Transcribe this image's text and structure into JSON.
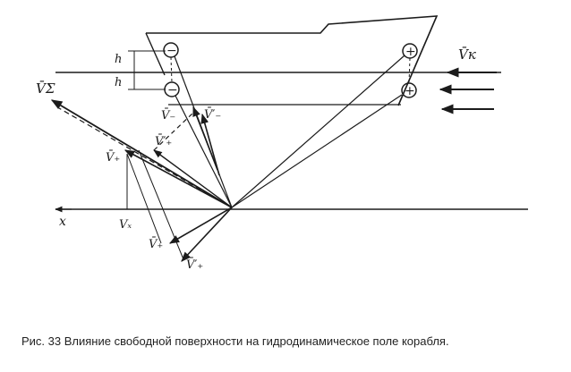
{
  "figure": {
    "caption": "Рис. 33 Влияние свободной поверхности на гидродинамическое поле корабля.",
    "labels": {
      "h_upper": "h",
      "h_lower": "h",
      "v_sigma": "V̄Σ",
      "v_k": "V̄к",
      "v_minus": "V̄₋",
      "v_minus_prime": "V̄′₋",
      "v_plus_prime_upper": "V̄′₊",
      "v_plus_left": "V̄₊",
      "v_x": "Vₓ",
      "x_axis": "x",
      "v_plus_bottom": "V̄₊",
      "v_plus_prime_bottom": "V̄′₊"
    },
    "markers": {
      "minus_sign": "−",
      "plus_sign": "+"
    },
    "icons": {
      "source": "plus-circle-icon",
      "sink": "minus-circle-icon",
      "flow_arrow": "arrow-left-icon"
    },
    "colors": {
      "ink": "#1b1b1b",
      "background": "#ffffff"
    }
  }
}
